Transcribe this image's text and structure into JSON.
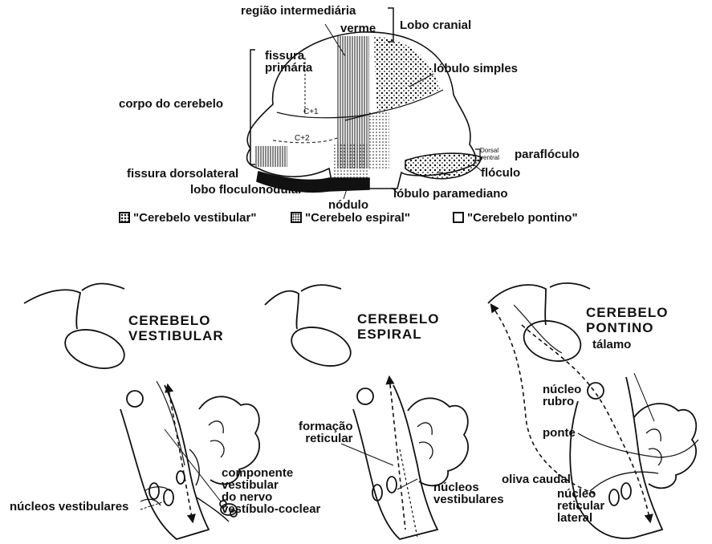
{
  "top_labels": {
    "regiao_intermediaria": "região intermediária",
    "verme": "verme",
    "lobo_cranial": "Lobo cranial",
    "fissura_primaria": [
      "fissura",
      "primária"
    ],
    "lobulo_simples": "lóbulo simples",
    "corpo_do_cerebelo": "corpo do cerebelo",
    "cp1": "C+1",
    "cp2": "C+2",
    "dorsal_ventral": [
      "Dorsal",
      "ventral"
    ],
    "paraflóculo": "paraflóculo",
    "floculo": "flóculo",
    "fissura_dorsolateral": "fissura dorsolateral",
    "lobo_floculonodular": "lobo floculonodular",
    "nodulo": "nódulo",
    "lobulo_paramediano": "lóbulo paramediano"
  },
  "legend": [
    {
      "label": "\"Cerebelo vestibular\"",
      "pattern": "coarse-dots"
    },
    {
      "label": "\"Cerebelo espiral\"",
      "pattern": "fine-dots"
    },
    {
      "label": "\"Cerebelo pontino\"",
      "pattern": "blank"
    }
  ],
  "panels": {
    "vestibular": {
      "title": [
        "CEREBELO",
        "VESTIBULAR"
      ],
      "nucleos": "núcleos vestibulares",
      "componente": [
        "componente",
        "vestibular",
        "do nervo",
        "vestíbulo-coclear"
      ]
    },
    "espiral": {
      "title": [
        "CEREBELO",
        "ESPIRAL"
      ],
      "formacao": [
        "formação",
        "reticular"
      ],
      "nucleos": [
        "núcleos",
        "vestibulares"
      ]
    },
    "pontino": {
      "title": [
        "CEREBELO",
        "PONTINO"
      ],
      "talamo": "tálamo",
      "nucleo_rubro": [
        "núcleo",
        "rubro"
      ],
      "ponte": "ponte",
      "oliva": "oliva caudal",
      "reticular": [
        "núcleo",
        "reticular",
        "lateral"
      ]
    }
  }
}
